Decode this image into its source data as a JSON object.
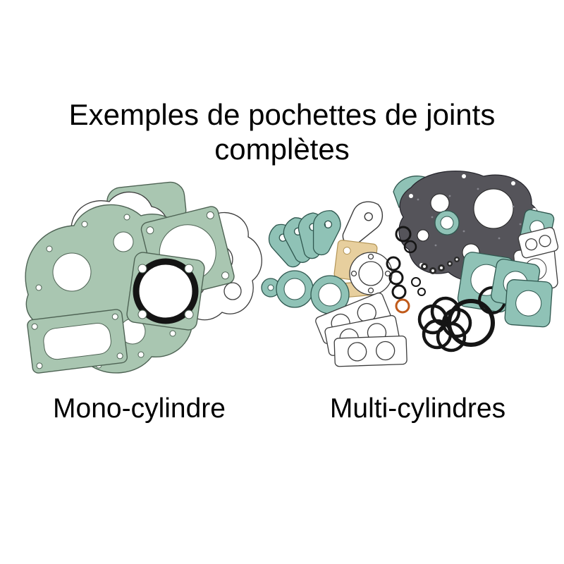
{
  "title": {
    "line1": "Exemples de pochettes de joints",
    "line2": "complètes"
  },
  "captions": {
    "mono": "Mono-cylindre",
    "multi": "Multi-cylindres"
  },
  "colors": {
    "gasket_sage": "#a9c6b1",
    "gasket_teal": "#8fc2b6",
    "gasket_tan": "#e7cf9e",
    "gasket_dark": "#55545a",
    "oring_black": "#151515",
    "outline_green": "#4e6354",
    "background": "#ffffff",
    "text": "#000000"
  }
}
